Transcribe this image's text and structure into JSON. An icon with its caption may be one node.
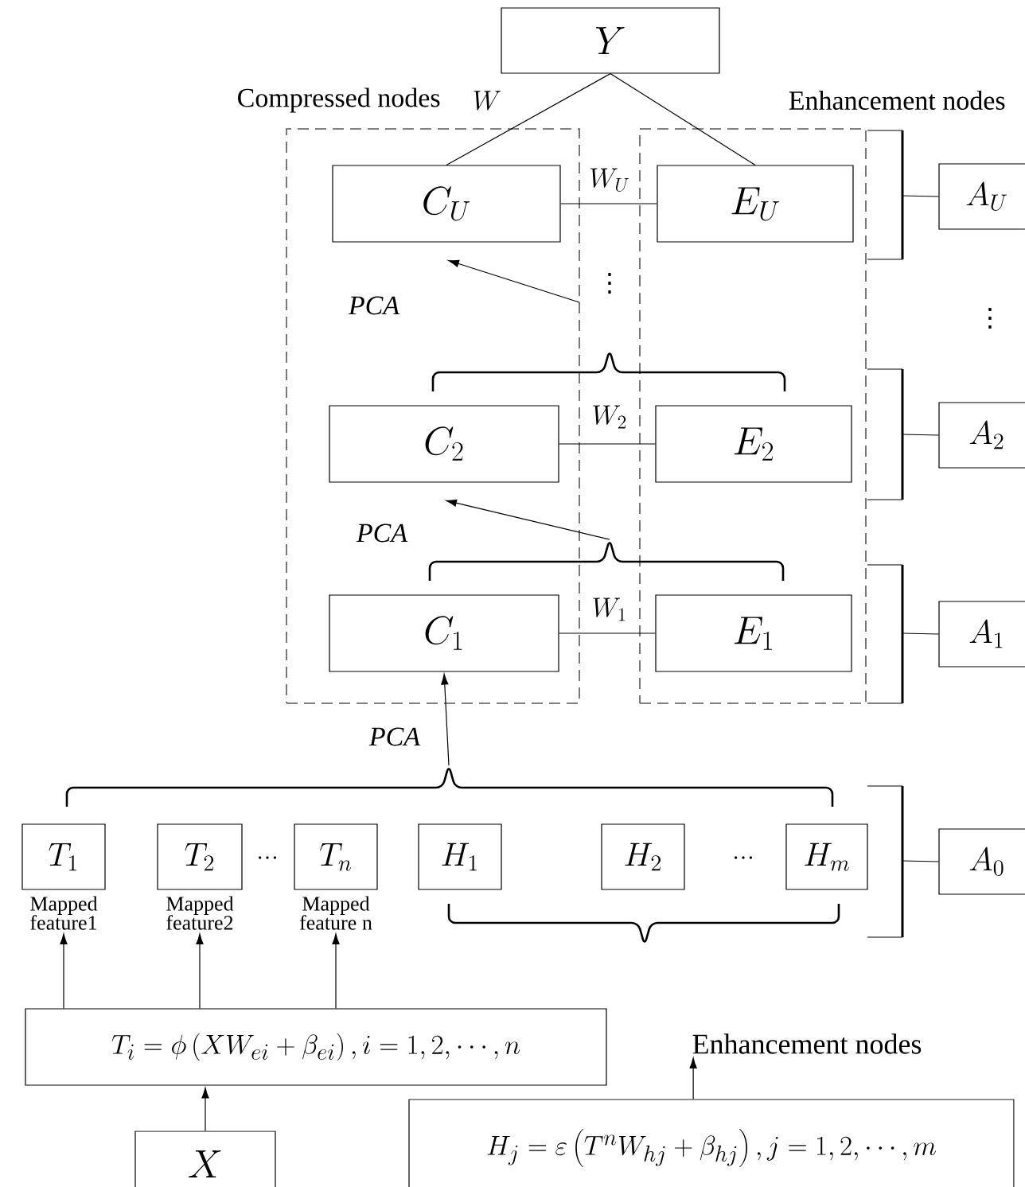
{
  "diagram": {
    "nodes": [
      {
        "text": [
          "Y"
        ]
      },
      {
        "text": [
          "Compressed nodes"
        ]
      },
      {
        "text": [
          "Enhancement nodes"
        ]
      },
      {
        "text": [
          "C_U"
        ],
        "in": 1
      },
      {
        "text": [
          "E_U"
        ],
        "in": 2
      },
      {
        "text": [
          "C_2"
        ],
        "in": 1
      },
      {
        "text": [
          "E_2"
        ],
        "in": 2
      },
      {
        "text": [
          "C_1"
        ],
        "in": 1
      },
      {
        "text": [
          "E_1"
        ],
        "in": 2
      },
      {
        "text": [
          "A_U"
        ]
      },
      {
        "text": [
          "A_2"
        ]
      },
      {
        "text": [
          "A_1"
        ]
      },
      {
        "text": [
          "A_0"
        ]
      },
      {
        "text": [
          "T_1"
        ],
        "beside": [
          "Mapped feature1"
        ]
      },
      {
        "text": [
          "T_2"
        ],
        "beside": [
          "Mapped feature2"
        ]
      },
      {
        "text": [
          "T_n"
        ],
        "beside": [
          "Mapped feature n"
        ]
      },
      {
        "text": [
          "H_1"
        ]
      },
      {
        "text": [
          "H_2"
        ]
      },
      {
        "text": [
          "H_m"
        ]
      },
      {
        "text": [
          "T_i=\\phi\\left(XW_{ei}+\\beta_{ei}\\right),i=1,2,\\cdots,n"
        ]
      },
      {
        "text": [
          "X"
        ]
      },
      {
        "text": [
          "H_j=\\varepsilon\\left(T^nW_{hj}+\\beta_{hj}\\right),j=1,2,\\cdots,m"
        ]
      },
      {
        "text": [
          "Enhancement nodes"
        ]
      },
      {
        "text": [],
        "shape": "brace"
      },
      {
        "text": [],
        "shape": "brace"
      },
      {
        "text": [],
        "shape": "brace"
      },
      {
        "text": [],
        "shape": "brace"
      },
      {
        "text": [],
        "shape": "bracket"
      },
      {
        "text": [],
        "shape": "bracket"
      },
      {
        "text": [],
        "shape": "bracket"
      },
      {
        "text": [],
        "shape": "bracket"
      }
    ],
    "edges": [
      {
        "from": 0,
        "to": 3,
        "arrow": "none"
      },
      {
        "from": 0,
        "to": 4,
        "arrow": "none"
      },
      {
        "from": 3,
        "to": 4,
        "arrow": "none",
        "label": "W_U"
      },
      {
        "from": 5,
        "to": 6,
        "arrow": "none",
        "label": "W_2"
      },
      {
        "from": 7,
        "to": 8,
        "arrow": "none",
        "label": "W_1"
      },
      {
        "from": null,
        "to": 3,
        "arrow": "to",
        "label": "PCA"
      },
      {
        "from": 24,
        "to": 5,
        "arrow": "to",
        "label": "PCA"
      },
      {
        "from": 25,
        "to": 7,
        "arrow": "to",
        "label": "PCA"
      },
      {
        "from": 19,
        "to": 13,
        "arrow": "to"
      },
      {
        "from": 19,
        "to": 14,
        "arrow": "to"
      },
      {
        "from": 19,
        "to": 15,
        "arrow": "to"
      },
      {
        "from": 20,
        "to": 19,
        "arrow": "to"
      },
      {
        "from": 21,
        "to": 22,
        "arrow": "to"
      },
      {
        "from": 27,
        "to": 9,
        "arrow": "none"
      },
      {
        "from": 28,
        "to": 10,
        "arrow": "none"
      },
      {
        "from": 29,
        "to": 11,
        "arrow": "none"
      },
      {
        "from": 30,
        "to": 12,
        "arrow": "none"
      }
    ],
    "labels": [
      "W",
      "⋮",
      "⋮",
      "…",
      "…"
    ]
  }
}
